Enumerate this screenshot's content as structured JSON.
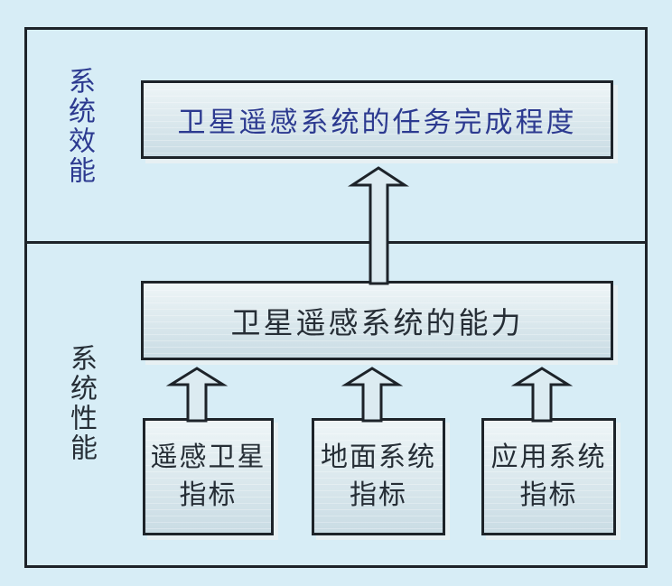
{
  "colors": {
    "page_background": "#d7edf6",
    "line": "#1d2329",
    "box_fill_top": "#eef5f7",
    "box_fill_bottom": "#c9dce4",
    "arrow_fill": "#dcebf1",
    "effectiveness_text": "#2c3a90",
    "body_text": "#262e36",
    "shadow": "#e7f0f3"
  },
  "sections": {
    "effectiveness_label": "系统效能",
    "performance_label": "系统性能"
  },
  "nodes": {
    "task_completion": "卫星遥感系统的任务完成程度",
    "capability": "卫星遥感系统的能力",
    "satellite": {
      "line1": "遥感卫星",
      "line2": "指标"
    },
    "ground": {
      "line1": "地面系统",
      "line2": "指标"
    },
    "application": {
      "line1": "应用系统",
      "line2": "指标"
    }
  }
}
